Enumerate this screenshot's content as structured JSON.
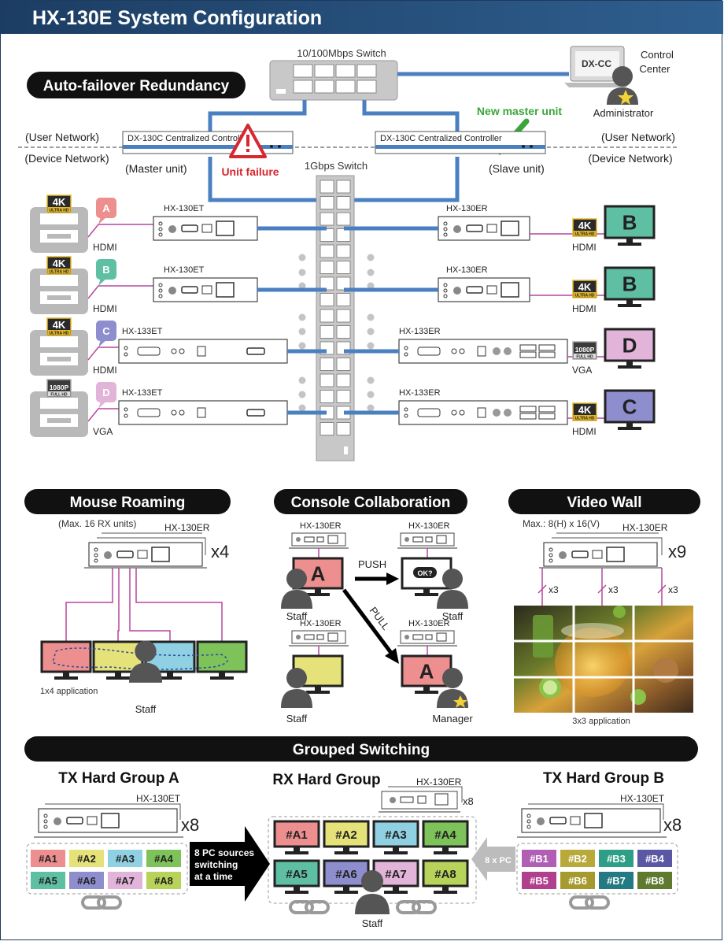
{
  "header": {
    "title": "HX-130E System Configuration"
  },
  "top": {
    "section_title": "Auto-failover Redundancy",
    "switch_10_100": "10/100Mbps Switch",
    "switch_1g": "1Gbps Switch",
    "control_center_1": "Control",
    "control_center_2": "Center",
    "dxcc": "DX-CC",
    "administrator": "Administrator",
    "new_master": "New master unit",
    "user_network": "(User Network)",
    "device_network": "(Device Network)",
    "controller": "DX-130C Centralized Controller",
    "master_unit": "(Master unit)",
    "slave_unit": "(Slave unit)",
    "unit_failure": "Unit failure",
    "sources": [
      {
        "badge": "4K",
        "sub": "ULTRA HD",
        "letter": "A",
        "port": "HDMI",
        "color": "#ee8f8f"
      },
      {
        "badge": "4K",
        "sub": "ULTRA HD",
        "letter": "B",
        "port": "HDMI",
        "color": "#5fbfa3"
      },
      {
        "badge": "4K",
        "sub": "ULTRA HD",
        "letter": "C",
        "port": "HDMI",
        "color": "#8e8ecf"
      },
      {
        "badge": "1080P",
        "sub": "FULL HD",
        "letter": "D",
        "port": "VGA",
        "color": "#e2b4da"
      }
    ],
    "tx_models": [
      "HX-130ET",
      "HX-130ET",
      "HX-133ET",
      "HX-133ET"
    ],
    "rx_models": [
      "HX-130ER",
      "HX-130ER",
      "HX-133ER",
      "HX-133ER"
    ],
    "displays": [
      {
        "badge": "4K",
        "sub": "ULTRA HD",
        "letter": "B",
        "port": "HDMI",
        "color": "#5fbfa3"
      },
      {
        "badge": "4K",
        "sub": "ULTRA HD",
        "letter": "B",
        "port": "HDMI",
        "color": "#5fbfa3"
      },
      {
        "badge": "1080P",
        "sub": "FULL HD",
        "letter": "D",
        "port": "VGA",
        "color": "#e2b4da"
      },
      {
        "badge": "4K",
        "sub": "ULTRA HD",
        "letter": "C",
        "port": "HDMI",
        "color": "#8e8ecf"
      }
    ]
  },
  "mouse": {
    "title": "Mouse Roaming",
    "max": "(Max. 16 RX units)",
    "model": "HX-130ER",
    "mult": "x4",
    "caption": "1x4 application",
    "staff": "Staff",
    "colors": [
      "#ee8f8f",
      "#e6e27a",
      "#8fd0e3",
      "#7ec25a"
    ]
  },
  "console": {
    "title": "Console Collaboration",
    "model": "HX-130ER",
    "push": "PUSH",
    "pull": "PULL",
    "ok": "OK?",
    "staff": "Staff",
    "manager": "Manager",
    "letter": "A"
  },
  "videowall": {
    "title": "Video Wall",
    "max": "Max.: 8(H) x 16(V)",
    "model": "HX-130ER",
    "mult": "x9",
    "x3": "x3",
    "caption": "3x3 application"
  },
  "grouped": {
    "title": "Grouped Switching",
    "tx_a_title": "TX Hard Group A",
    "tx_b_title": "TX Hard Group B",
    "rx_title": "RX Hard Group",
    "tx_model": "HX-130ET",
    "rx_model": "HX-130ER",
    "mult": "x8",
    "arrow_text_1": "8 PC sources",
    "arrow_text_2": "switching",
    "arrow_text_3": "at a time",
    "pc_label": "8 x PC",
    "staff": "Staff",
    "group_a": [
      {
        "label": "#A1",
        "color": "#ee8f8f"
      },
      {
        "label": "#A2",
        "color": "#e6e27a"
      },
      {
        "label": "#A3",
        "color": "#8fd0e3"
      },
      {
        "label": "#A4",
        "color": "#7ec25a"
      },
      {
        "label": "#A5",
        "color": "#5fbfa3"
      },
      {
        "label": "#A6",
        "color": "#8e8ecf"
      },
      {
        "label": "#A7",
        "color": "#e2b4da"
      },
      {
        "label": "#A8",
        "color": "#b8d35a"
      }
    ],
    "group_b": [
      {
        "label": "#B1",
        "color": "#b05fb5"
      },
      {
        "label": "#B2",
        "color": "#b8a93a"
      },
      {
        "label": "#B3",
        "color": "#2e9e86"
      },
      {
        "label": "#B4",
        "color": "#5a58a5"
      },
      {
        "label": "#B5",
        "color": "#b0408e"
      },
      {
        "label": "#B6",
        "color": "#a69a2e"
      },
      {
        "label": "#B7",
        "color": "#237a82"
      },
      {
        "label": "#B8",
        "color": "#5f7a2e"
      }
    ]
  }
}
